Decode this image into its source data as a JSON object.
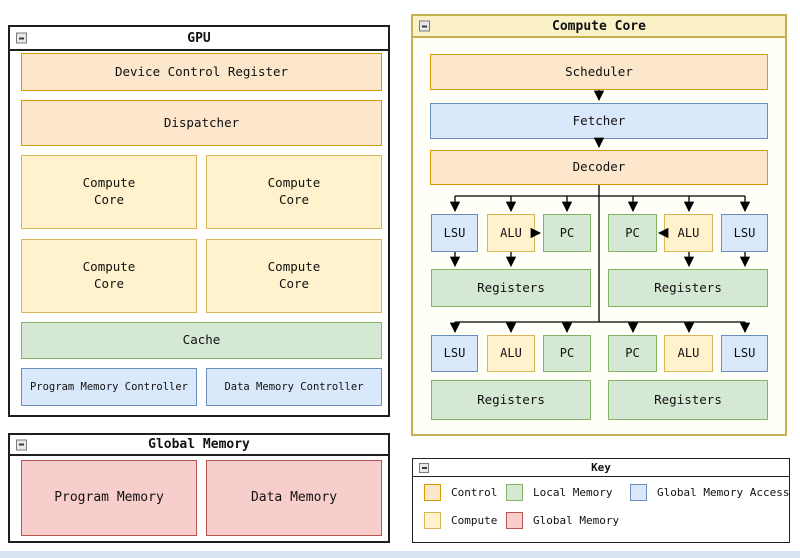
{
  "colors": {
    "control_fill": "#FCE6CC",
    "control_border": "#D79B00",
    "compute_fill": "#FFF2CC",
    "compute_border": "#D6B656",
    "local_memory_fill": "#D5E8D4",
    "local_memory_border": "#82B366",
    "global_memory_fill": "#F8CECC",
    "global_memory_border": "#B85450",
    "global_memory_access_fill": "#DAE8FC",
    "global_memory_access_border": "#6C8EBF",
    "compute_core_window_border": "#C3B04F",
    "compute_core_window_titlebar": "#FAF1C6"
  },
  "gpu_panel": {
    "title": "GPU",
    "device_control_register": "Device Control Register",
    "dispatcher": "Dispatcher",
    "compute_cores": [
      "Compute\nCore",
      "Compute\nCore",
      "Compute\nCore",
      "Compute\nCore"
    ],
    "cache": "Cache",
    "program_memory_controller": "Program Memory Controller",
    "data_memory_controller": "Data Memory Controller"
  },
  "global_memory_panel": {
    "title": "Global Memory",
    "program_memory": "Program Memory",
    "data_memory": "Data Memory"
  },
  "compute_core_panel": {
    "title": "Compute Core",
    "scheduler": "Scheduler",
    "fetcher": "Fetcher",
    "decoder": "Decoder",
    "unit_row_1": [
      "LSU",
      "ALU",
      "PC",
      "PC",
      "ALU",
      "LSU"
    ],
    "registers_row_1": [
      "Registers",
      "Registers"
    ],
    "unit_row_2": [
      "LSU",
      "ALU",
      "PC",
      "PC",
      "ALU",
      "LSU"
    ],
    "registers_row_2": [
      "Registers",
      "Registers"
    ]
  },
  "key_panel": {
    "title": "Key",
    "items": [
      {
        "label": "Control",
        "fill": "#FCE6CC",
        "border": "#D79B00"
      },
      {
        "label": "Local Memory",
        "fill": "#D5E8D4",
        "border": "#82B366"
      },
      {
        "label": "Global Memory Access",
        "fill": "#DAE8FC",
        "border": "#6C8EBF"
      },
      {
        "label": "Compute",
        "fill": "#FFF2CC",
        "border": "#D6B656"
      },
      {
        "label": "Global Memory",
        "fill": "#F8CECC",
        "border": "#B85450"
      }
    ]
  }
}
